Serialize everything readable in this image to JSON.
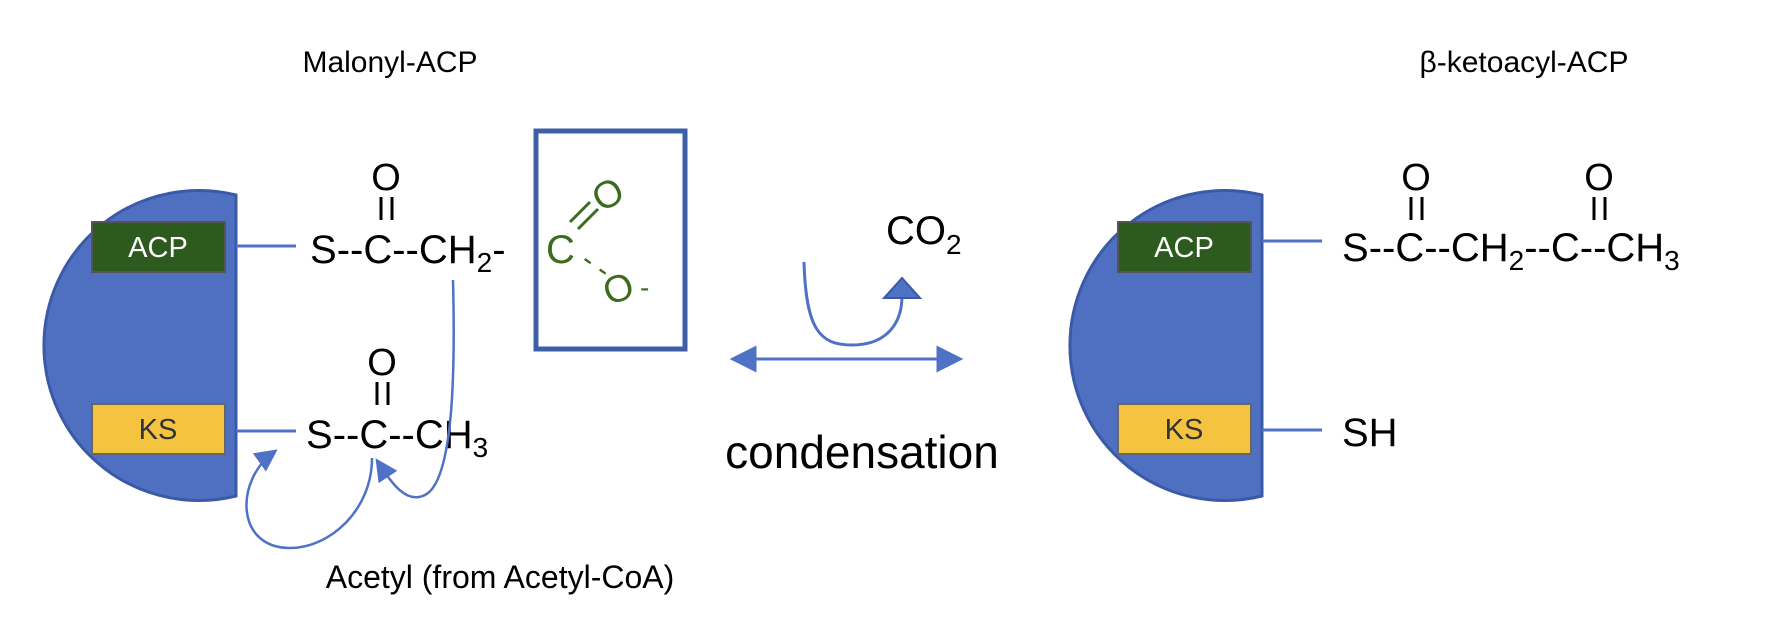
{
  "colors": {
    "enzyme_blue": "#4F70C0",
    "line_blue": "#4F72C6",
    "acp_green": "#2D5A1E",
    "ks_yellow": "#F4C340",
    "carboxyl_green": "#3D6B1F",
    "text": "#000000"
  },
  "left": {
    "title": "Malonyl-ACP",
    "acp_label": "ACP",
    "ks_label": "KS",
    "malonyl": {
      "s": "S",
      "dash1": "--",
      "c1": "C",
      "dash2": "--",
      "ch2": "CH",
      "ch2_sub": "2",
      "dash3": "-",
      "o_top": "O"
    },
    "carboxyl": {
      "c": "C",
      "o_dbl": "O",
      "dash": "- -",
      "o_minus": "O",
      "charge": "-"
    },
    "acetyl": {
      "s": "S",
      "dash1": "--",
      "c": "C",
      "dash2": "--",
      "ch3": "CH",
      "ch3_sub": "3",
      "o_top": "O"
    },
    "acetyl_label": "Acetyl (from Acetyl-CoA)"
  },
  "middle": {
    "co2": "CO",
    "co2_sub": "2",
    "reaction_label": "condensation"
  },
  "right": {
    "title": "β-ketoacyl-ACP",
    "acp_label": "ACP",
    "ks_label": "KS",
    "product": {
      "s": "S",
      "dash1": "--",
      "c1": "C",
      "dash2": "--",
      "ch2": "CH",
      "ch2_sub": "2",
      "dash3": "--",
      "c2": "C",
      "dash4": "--",
      "ch3": "CH",
      "ch3_sub": "3",
      "o1": "O",
      "o2": "O"
    },
    "sh": "SH"
  }
}
